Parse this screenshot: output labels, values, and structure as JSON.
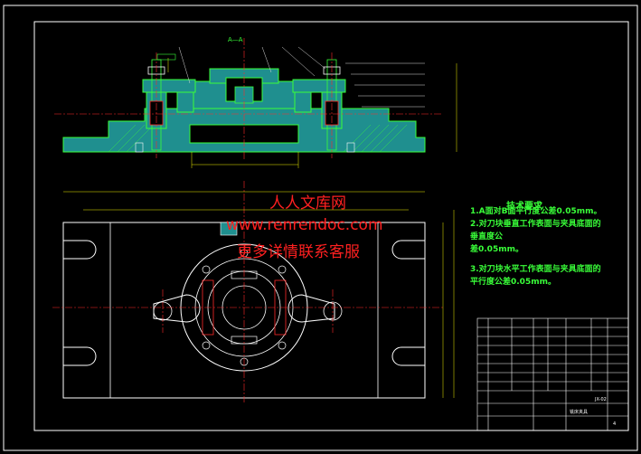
{
  "section_label": "A—A",
  "tech_requirements": {
    "title": "技术要求",
    "items": [
      "1.A面对B面平行度公差0.05mm。",
      "2.对刀块垂直工作表面与夹具底面的",
      "垂直度公",
      "差0.05mm。",
      "3.对刀块水平工作表面与夹具底面的",
      "平行度公差0.05mm。"
    ]
  },
  "watermark": {
    "line1": "人人文库网",
    "line2": "www.renrendoc.com",
    "line3": "更多详情联系客服"
  },
  "title_block": {
    "part_name": "铣床夹具",
    "drawing_no": "JX-02",
    "sheet": "4"
  },
  "colors": {
    "background": "#000000",
    "outline": "#ffffff",
    "part": "#39ff39",
    "section_fill": "#1f8f8f",
    "center_line": "#ff2a2a",
    "dimension": "#f2f200",
    "leader": "#d8d8d8"
  }
}
